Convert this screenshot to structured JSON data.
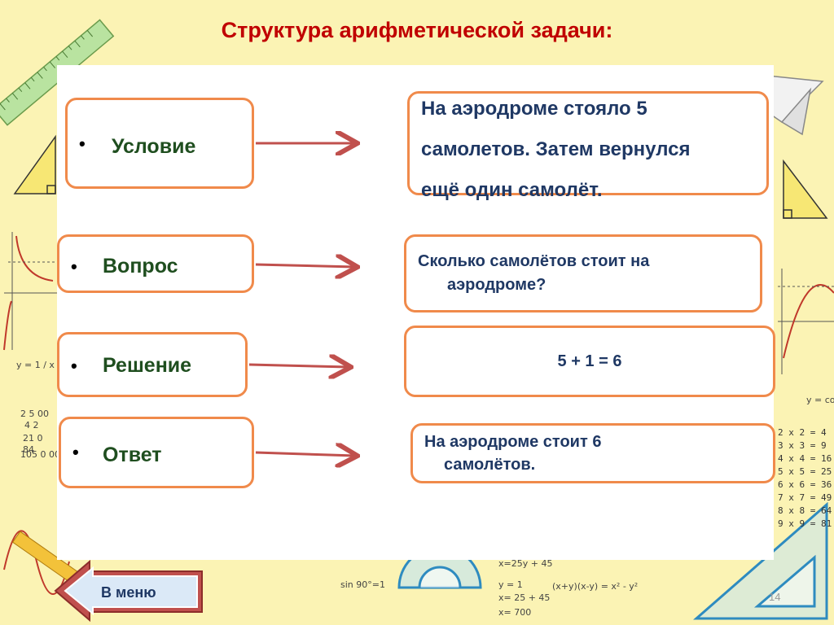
{
  "title": "Структура арифметической задачи:",
  "rows": [
    {
      "label": "Условие",
      "bullet": "•",
      "content": [
        "На аэродроме стояло 5",
        "самолетов.  Затем вернулся",
        "ещё один самолёт."
      ]
    },
    {
      "label": "Вопрос",
      "bullet": "•",
      "content": [
        "Сколько самолётов стоит на",
        "аэродроме?"
      ]
    },
    {
      "label": "Решение",
      "bullet": "•",
      "content": [
        "5 + 1 = 6"
      ]
    },
    {
      "label": "Ответ",
      "bullet": "•",
      "content": [
        "На аэродроме стоит  6",
        "самолётов."
      ]
    }
  ],
  "menu_button": "В меню",
  "page_number": "14",
  "colors": {
    "title": "#c00000",
    "box_border": "#f08a4b",
    "label": "#1f4e1f",
    "content": "#1f3864",
    "arrow": "#c0504d",
    "background": "#fbf3b4"
  }
}
